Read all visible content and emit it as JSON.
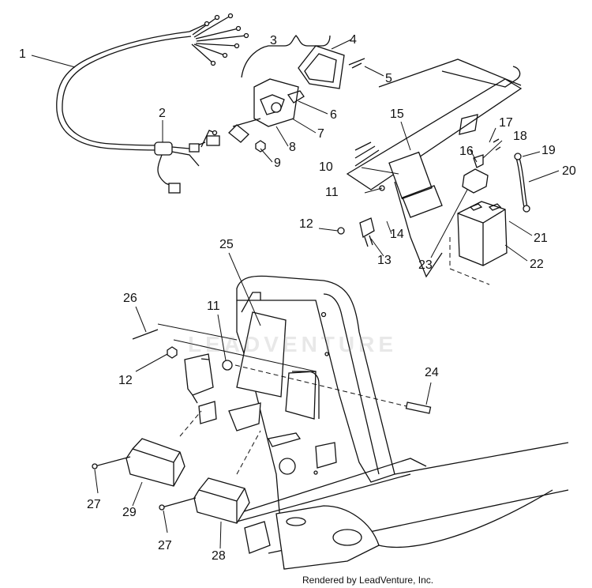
{
  "callouts": [
    {
      "id": "c1",
      "text": "1"
    },
    {
      "id": "c2",
      "text": "2"
    },
    {
      "id": "c3",
      "text": "3"
    },
    {
      "id": "c4",
      "text": "4"
    },
    {
      "id": "c5",
      "text": "5"
    },
    {
      "id": "c6",
      "text": "6"
    },
    {
      "id": "c7",
      "text": "7"
    },
    {
      "id": "c8",
      "text": "8"
    },
    {
      "id": "c9",
      "text": "9"
    },
    {
      "id": "c10",
      "text": "10"
    },
    {
      "id": "c11a",
      "text": "11"
    },
    {
      "id": "c12a",
      "text": "12"
    },
    {
      "id": "c13",
      "text": "13"
    },
    {
      "id": "c14",
      "text": "14"
    },
    {
      "id": "c15",
      "text": "15"
    },
    {
      "id": "c16",
      "text": "16"
    },
    {
      "id": "c17",
      "text": "17"
    },
    {
      "id": "c18",
      "text": "18"
    },
    {
      "id": "c19",
      "text": "19"
    },
    {
      "id": "c20",
      "text": "20"
    },
    {
      "id": "c21",
      "text": "21"
    },
    {
      "id": "c22",
      "text": "22"
    },
    {
      "id": "c23",
      "text": "23"
    },
    {
      "id": "c24",
      "text": "24"
    },
    {
      "id": "c25",
      "text": "25"
    },
    {
      "id": "c26",
      "text": "26"
    },
    {
      "id": "c11b",
      "text": "11"
    },
    {
      "id": "c12b",
      "text": "12"
    },
    {
      "id": "c27a",
      "text": "27"
    },
    {
      "id": "c27b",
      "text": "27"
    },
    {
      "id": "c28",
      "text": "28"
    },
    {
      "id": "c29",
      "text": "29"
    }
  ],
  "watermark": "LEADVENTURE",
  "credit": "Rendered by LeadVenture, Inc."
}
